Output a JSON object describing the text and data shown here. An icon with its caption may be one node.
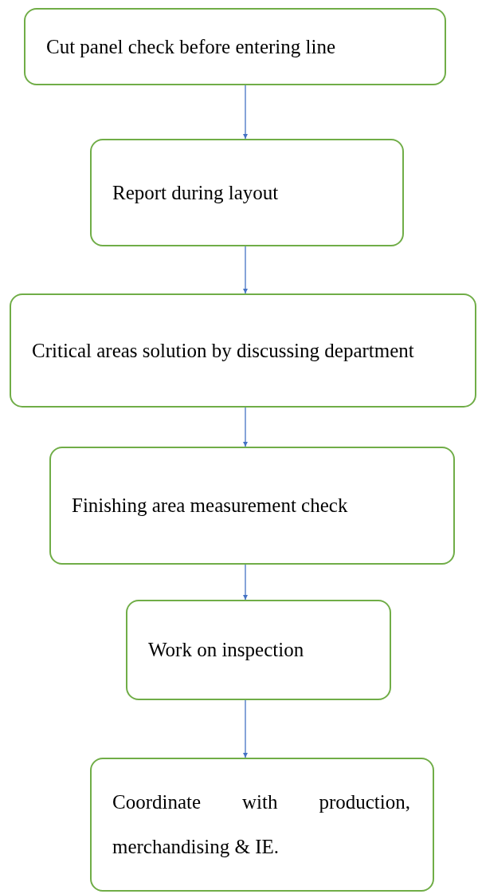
{
  "diagram": {
    "nodes": [
      {
        "text": [
          "Cut panel check before entering line"
        ]
      },
      {
        "text": [
          "Report during layout"
        ]
      },
      {
        "text": [
          "Critical areas solution by discussing department"
        ]
      },
      {
        "text": [
          "Finishing area measurement check"
        ]
      },
      {
        "text": [
          "Work on inspection"
        ]
      },
      {
        "text": [
          "Coordinate with production, merchandising & IE."
        ]
      }
    ],
    "edges": [
      {
        "from": 0,
        "to": 1,
        "arrow": "to"
      },
      {
        "from": 1,
        "to": 2,
        "arrow": "to"
      },
      {
        "from": 2,
        "to": 3,
        "arrow": "to"
      },
      {
        "from": 3,
        "to": 4,
        "arrow": "to"
      },
      {
        "from": 4,
        "to": 5,
        "arrow": "to"
      }
    ]
  }
}
